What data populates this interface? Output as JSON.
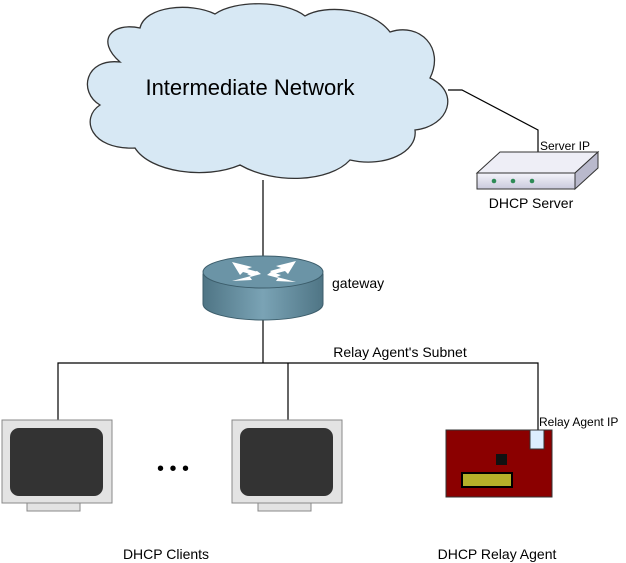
{
  "cloud": {
    "label": "Intermediate Network",
    "fill": "#d7e8f4",
    "stroke": "#333333"
  },
  "server": {
    "ip_label": "Server IP",
    "name": "DHCP Server",
    "led_color": "#2e8b57"
  },
  "router": {
    "label": "gateway",
    "color": "#6b94a6"
  },
  "subnet": {
    "label": "Relay Agent's Subnet"
  },
  "clients": {
    "label": "DHCP Clients",
    "ellipsis": "• • •",
    "screen_color": "#333333",
    "bezel_color": "#e3e3e3"
  },
  "relay": {
    "ip_label": "Relay Agent IP",
    "name": "DHCP Relay Agent",
    "board_color": "#8b0000",
    "chip_color": "#b5b02a"
  }
}
